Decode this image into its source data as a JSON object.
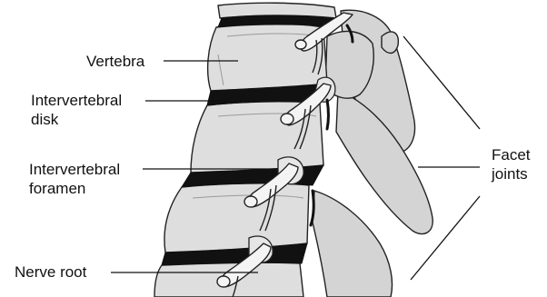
{
  "labels": {
    "vertebra": "Vertebra",
    "intervertebral_disk": {
      "line1": "Intervertebral",
      "line2": "disk"
    },
    "intervertebral_foramen": {
      "line1": "Intervertebral",
      "line2": "foramen"
    },
    "nerve_root": "Nerve root",
    "facet_joints": {
      "line1": "Facet",
      "line2": "joints"
    }
  },
  "colors": {
    "bone": "#dcdcdc",
    "bone_shadow": "#c8c8c8",
    "disk": "#111111",
    "outline": "#222222",
    "nerve": "#f2f2f2",
    "leader": "#111111",
    "text": "#111111"
  }
}
